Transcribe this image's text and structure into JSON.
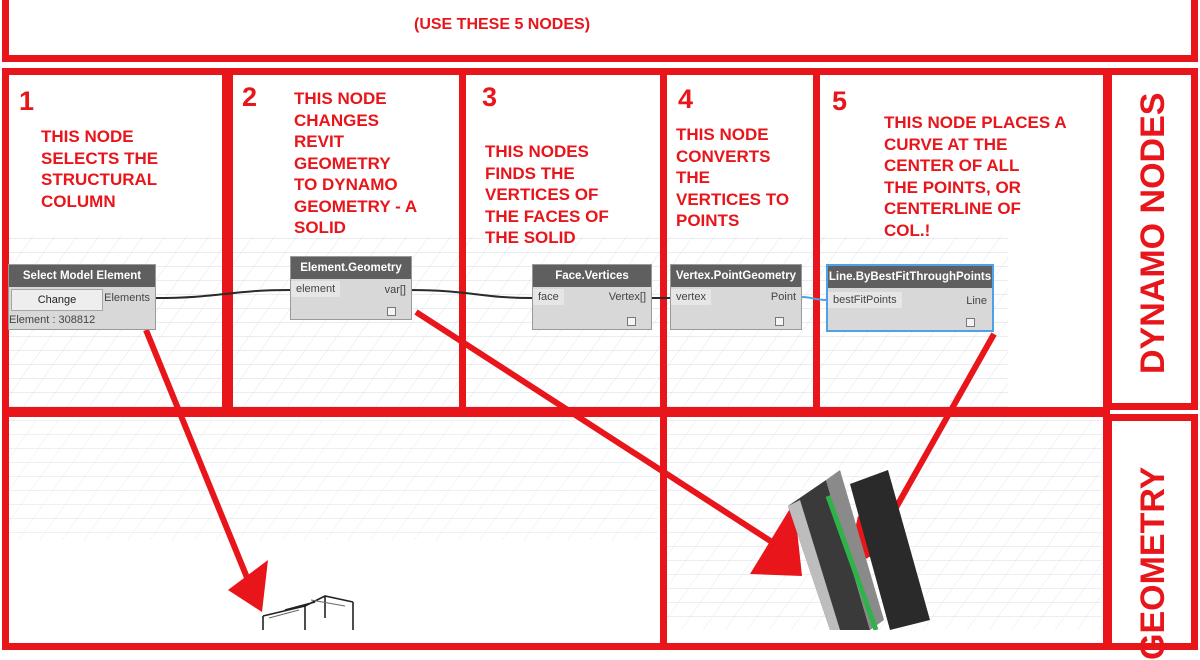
{
  "header": {
    "instruction": "(USE THESE 5 NODES)"
  },
  "steps": [
    {
      "number": "1",
      "lines": [
        "THIS NODE",
        "SELECTS THE",
        "STRUCTURAL",
        "COLUMN"
      ]
    },
    {
      "number": "2",
      "lines": [
        "THIS NODE",
        "CHANGES",
        "REVIT",
        "GEOMETRY",
        "TO DYNAMO",
        "GEOMETRY - A",
        "SOLID"
      ]
    },
    {
      "number": "3",
      "lines": [
        "THIS NODES",
        "FINDS THE",
        "VERTICES OF",
        "THE FACES OF",
        "THE SOLID"
      ]
    },
    {
      "number": "4",
      "lines": [
        "THIS NODE",
        "CONVERTS",
        "THE",
        "VERTICES TO",
        "POINTS"
      ]
    },
    {
      "number": "5",
      "lines": [
        "THIS NODE PLACES A",
        "CURVE AT THE",
        "CENTER OF ALL",
        "THE POINTS, OR",
        "CENTERLINE OF",
        "COL.!"
      ]
    }
  ],
  "side_labels": {
    "top": "DYNAMO NODES",
    "bottom": "GEOMETRY"
  },
  "nodes": {
    "select": {
      "title": "Select Model Element",
      "button": "Change",
      "output": "Elements",
      "footer": "Element : 308812"
    },
    "geometry": {
      "title": "Element.Geometry",
      "input": "element",
      "output": "var[]"
    },
    "face": {
      "title": "Face.Vertices",
      "input": "face",
      "output": "Vertex[]"
    },
    "vertex": {
      "title": "Vertex.PointGeometry",
      "input": "vertex",
      "output": "Point"
    },
    "line": {
      "title": "Line.ByBestFitThroughPoints",
      "input": "bestFitPoints",
      "output": "Line"
    }
  },
  "colors": {
    "annotation_red": "#e8151b",
    "node_header": "#5f5f5f",
    "node_body": "#d8d8d8",
    "selection_blue": "#4ba2e8",
    "centerline_green": "#2fb24a"
  }
}
